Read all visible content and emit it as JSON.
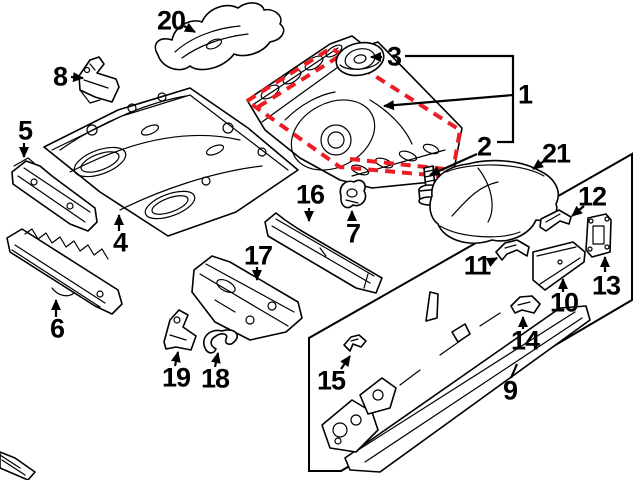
{
  "diagram": {
    "colors": {
      "background": "#ffffff",
      "ink": "#000000",
      "highlight": "#ed1c24"
    },
    "callouts": [
      {
        "label": "1"
      },
      {
        "label": "2"
      },
      {
        "label": "3"
      },
      {
        "label": "4"
      },
      {
        "label": "5"
      },
      {
        "label": "6"
      },
      {
        "label": "7"
      },
      {
        "label": "8"
      },
      {
        "label": "9"
      },
      {
        "label": "10"
      },
      {
        "label": "11"
      },
      {
        "label": "12"
      },
      {
        "label": "13"
      },
      {
        "label": "14"
      },
      {
        "label": "15"
      },
      {
        "label": "16"
      },
      {
        "label": "17"
      },
      {
        "label": "18"
      },
      {
        "label": "19"
      },
      {
        "label": "20"
      },
      {
        "label": "21"
      }
    ]
  }
}
